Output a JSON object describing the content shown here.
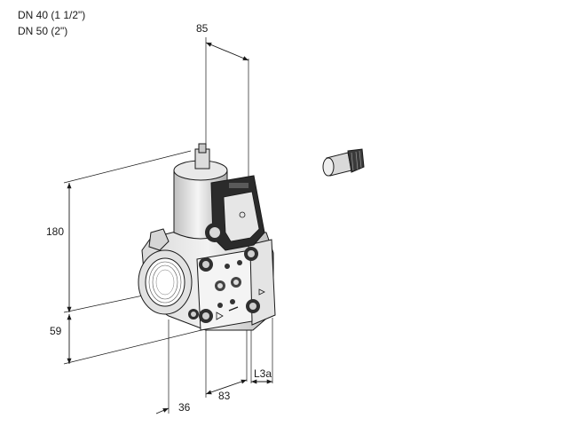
{
  "header": {
    "line1": "DN 40 (1 1/2\")",
    "line2": "DN 50 (2\")"
  },
  "dimensions": {
    "width_top": "85",
    "height": "180",
    "lower_height": "59",
    "inlet_offset": "36",
    "depth": "83",
    "length": "L3a"
  },
  "colors": {
    "line": "#1a1a1a",
    "body_light": "#ececec",
    "body_mid": "#cfcfcf",
    "body_dark": "#555555",
    "coil_black": "#2a2a2a"
  }
}
